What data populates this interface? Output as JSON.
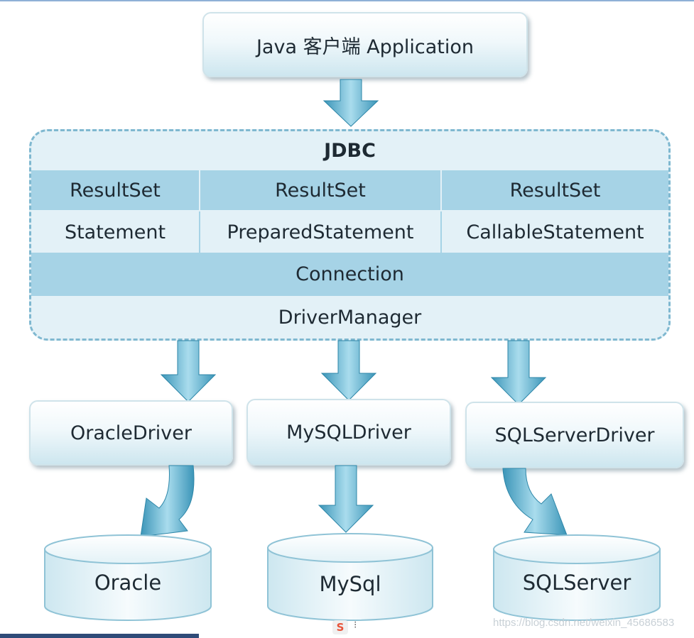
{
  "application": {
    "label": "Java 客户端  Application"
  },
  "jdbc": {
    "title": "JDBC",
    "result_sets": [
      "ResultSet",
      "ResultSet",
      "ResultSet"
    ],
    "statements": [
      "Statement",
      "PreparedStatement",
      "CallableStatement"
    ],
    "connection": "Connection",
    "driver_manager": "DriverManager"
  },
  "drivers": [
    "OracleDriver",
    "MySQLDriver",
    "SQLServerDriver"
  ],
  "databases": [
    "Oracle",
    "MySql",
    "SQLServer"
  ],
  "watermark": "https://blog.csdn.net/weixin_45686583",
  "colors": {
    "arrow_light": "#9bd3e6",
    "arrow_dark": "#2d8fb3",
    "jdbc_stripe": "#a6d3e6",
    "jdbc_background": "#e3f1f7",
    "jdbc_border": "#7fb8d0"
  },
  "icons": [
    "csdn-logo-icon"
  ]
}
